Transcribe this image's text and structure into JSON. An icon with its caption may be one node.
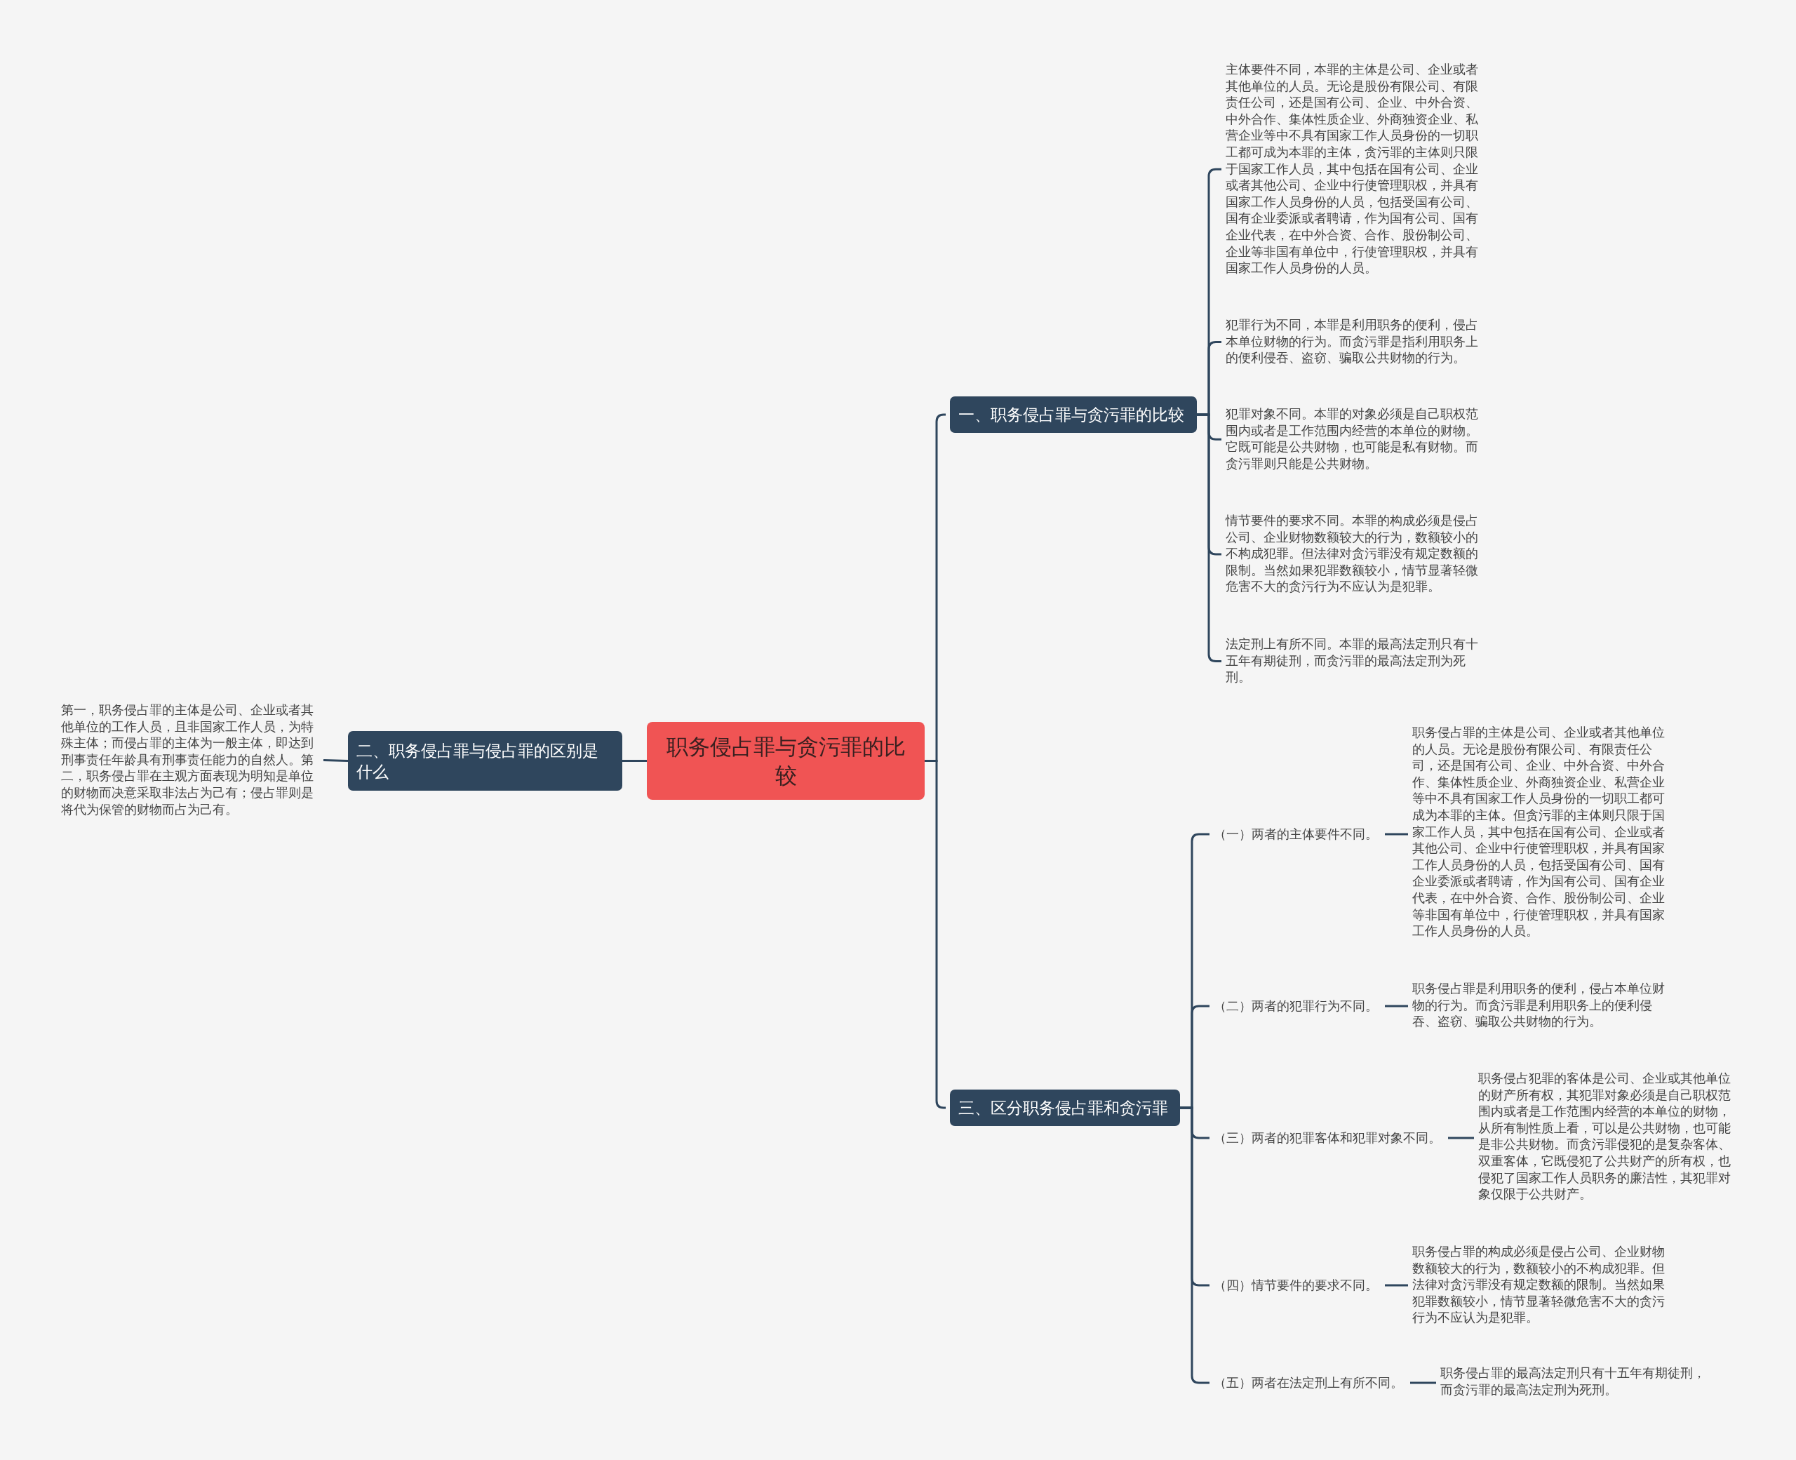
{
  "diagram": {
    "nodes": [
      {
        "text": [
          "职务侵占罪与贪污罪的比较"
        ]
      },
      {
        "text": [
          "一、职务侵占罪与贪污罪的比较"
        ]
      },
      {
        "text": [
          "主体要件不同，本罪的主体是公司、企业或者其他单位的人员。无论是股份有限公司、有限责任公司，还是国有公司、企业、中外合资、中外合作、集体性质企业、外商独资企业、私营企业等中不具有国家工作人员身份的一切职工都可成为本罪的主体，贪污罪的主体则只限于国家工作人员，其中包括在国有公司、企业或者其他公司、企业中行使管理职权，并具有国家工作人员身份的人员，包括受国有公司、国有企业委派或者聘请，作为国有公司、国有企业代表，在中外合资、合作、股份制公司、企业等非国有单位中，行使管理职权，并具有国家工作人员身份的人员。"
        ]
      },
      {
        "text": [
          "犯罪行为不同，本罪是利用职务的便利，侵占本单位财物的行为。而贪污罪是指利用职务上的便利侵吞、盗窃、骗取公共财物的行为。"
        ]
      },
      {
        "text": [
          "犯罪对象不同。本罪的对象必须是自己职权范围内或者是工作范围内经营的本单位的财物。它既可能是公共财物，也可能是私有财物。而贪污罪则只能是公共财物。"
        ]
      },
      {
        "text": [
          "情节要件的要求不同。本罪的构成必须是侵占公司、企业财物数额较大的行为，数额较小的不构成犯罪。但法律对贪污罪没有规定数额的限制。当然如果犯罪数额较小，情节显著轻微危害不大的贪污行为不应认为是犯罪。"
        ]
      },
      {
        "text": [
          "法定刑上有所不同。本罪的最高法定刑只有十五年有期徒刑，而贪污罪的最高法定刑为死刑。"
        ]
      },
      {
        "text": [
          "二、职务侵占罪与侵占罪的区别是什么"
        ]
      },
      {
        "text": [
          "第一，职务侵占罪的主体是公司、企业或者其他单位的工作人员，且非国家工作人员，为特殊主体；而侵占罪的主体为一般主体，即达到刑事责任年龄具有刑事责任能力的自然人。第二，职务侵占罪在主观方面表现为明知是单位的财物而决意采取非法占为己有；侵占罪则是将代为保管的财物而占为己有。"
        ]
      },
      {
        "text": [
          "三、区分职务侵占罪和贪污罪"
        ]
      },
      {
        "text": [
          "（一）两者的主体要件不同。"
        ]
      },
      {
        "text": [
          "职务侵占罪的主体是公司、企业或者其他单位的人员。无论是股份有限公司、有限责任公司，还是国有公司、企业、中外合资、中外合作、集体性质企业、外商独资企业、私营企业等中不具有国家工作人员身份的一切职工都可成为本罪的主体。但贪污罪的主体则只限于国家工作人员，其中包括在国有公司、企业或者其他公司、企业中行使管理职权，并具有国家工作人员身份的人员，包括受国有公司、国有企业委派或者聘请，作为国有公司、国有企业代表，在中外合资、合作、股份制公司、企业等非国有单位中，行使管理职权，并具有国家工作人员身份的人员。"
        ]
      },
      {
        "text": [
          "（二）两者的犯罪行为不同。"
        ]
      },
      {
        "text": [
          "职务侵占罪是利用职务的便利，侵占本单位财物的行为。而贪污罪是利用职务上的便利侵吞、盗窃、骗取公共财物的行为。"
        ]
      },
      {
        "text": [
          "（三）两者的犯罪客体和犯罪对象不同。"
        ]
      },
      {
        "text": [
          "职务侵占犯罪的客体是公司、企业或其他单位的财产所有权，其犯罪对象必须是自己职权范围内或者是工作范围内经营的本单位的财物，从所有制性质上看，可以是公共财物，也可能是非公共财物。而贪污罪侵犯的是复杂客体、双重客体，它既侵犯了公共财产的所有权，也侵犯了国家工作人员职务的廉洁性，其犯罪对象仅限于公共财产。"
        ]
      },
      {
        "text": [
          "（四）情节要件的要求不同。"
        ]
      },
      {
        "text": [
          "职务侵占罪的构成必须是侵占公司、企业财物数额较大的行为，数额较小的不构成犯罪。但法律对贪污罪没有规定数额的限制。当然如果犯罪数额较小，情节显著轻微危害不大的贪污行为不应认为是犯罪。"
        ]
      },
      {
        "text": [
          "（五）两者在法定刑上有所不同。"
        ]
      },
      {
        "text": [
          "职务侵占罪的最高法定刑只有十五年有期徒刑，而贪污罪的最高法定刑为死刑。"
        ]
      }
    ],
    "edges": [
      {
        "from": 0,
        "to": 1,
        "arrow": "none"
      },
      {
        "from": 1,
        "to": 2,
        "arrow": "none"
      },
      {
        "from": 1,
        "to": 3,
        "arrow": "none"
      },
      {
        "from": 1,
        "to": 4,
        "arrow": "none"
      },
      {
        "from": 1,
        "to": 5,
        "arrow": "none"
      },
      {
        "from": 1,
        "to": 6,
        "arrow": "none"
      },
      {
        "from": 0,
        "to": 7,
        "arrow": "none"
      },
      {
        "from": 7,
        "to": 8,
        "arrow": "none"
      },
      {
        "from": 0,
        "to": 9,
        "arrow": "none"
      },
      {
        "from": 9,
        "to": 10,
        "arrow": "none"
      },
      {
        "from": 10,
        "to": 11,
        "arrow": "none"
      },
      {
        "from": 9,
        "to": 12,
        "arrow": "none"
      },
      {
        "from": 12,
        "to": 13,
        "arrow": "none"
      },
      {
        "from": 9,
        "to": 14,
        "arrow": "none"
      },
      {
        "from": 14,
        "to": 15,
        "arrow": "none"
      },
      {
        "from": 9,
        "to": 16,
        "arrow": "none"
      },
      {
        "from": 16,
        "to": 17,
        "arrow": "none"
      },
      {
        "from": 9,
        "to": 18,
        "arrow": "none"
      },
      {
        "from": 18,
        "to": 19,
        "arrow": "none"
      }
    ]
  }
}
